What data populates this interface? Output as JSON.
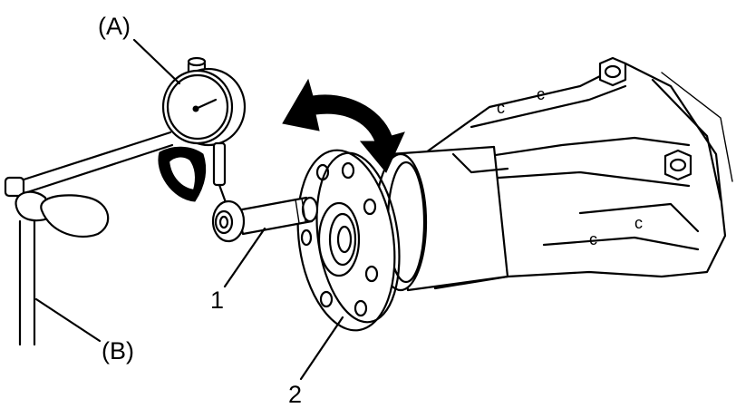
{
  "labels": {
    "dial_gauge": "(A)",
    "magnetic_stand": "(B)",
    "part_1": "1",
    "part_2": "2"
  },
  "icons": {
    "rotation": "double-arrow-rotate-icon"
  },
  "colors": {
    "ink": "#000000",
    "background": "#ffffff"
  }
}
